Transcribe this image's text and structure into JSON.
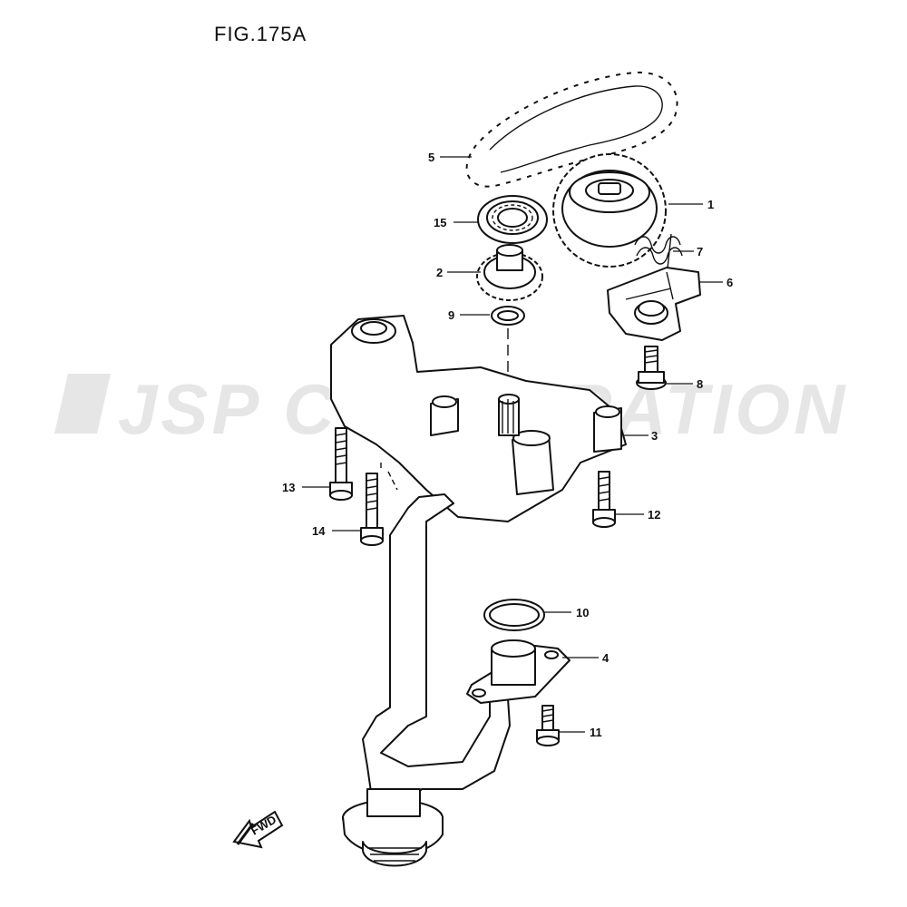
{
  "figure": {
    "title": "FIG.175A"
  },
  "watermark": {
    "text": "JSP CORPORATION"
  },
  "direction_marker": {
    "label": "FWD",
    "icon": "fwd-arrow-icon"
  },
  "callouts": [
    {
      "id": "1",
      "label": "1"
    },
    {
      "id": "2",
      "label": "2"
    },
    {
      "id": "3",
      "label": "3"
    },
    {
      "id": "4",
      "label": "4"
    },
    {
      "id": "5",
      "label": "5"
    },
    {
      "id": "6",
      "label": "6"
    },
    {
      "id": "7",
      "label": "7"
    },
    {
      "id": "8",
      "label": "8"
    },
    {
      "id": "9",
      "label": "9"
    },
    {
      "id": "10",
      "label": "10"
    },
    {
      "id": "11",
      "label": "11"
    },
    {
      "id": "12",
      "label": "12"
    },
    {
      "id": "13",
      "label": "13"
    },
    {
      "id": "14",
      "label": "14"
    },
    {
      "id": "15",
      "label": "15"
    }
  ]
}
